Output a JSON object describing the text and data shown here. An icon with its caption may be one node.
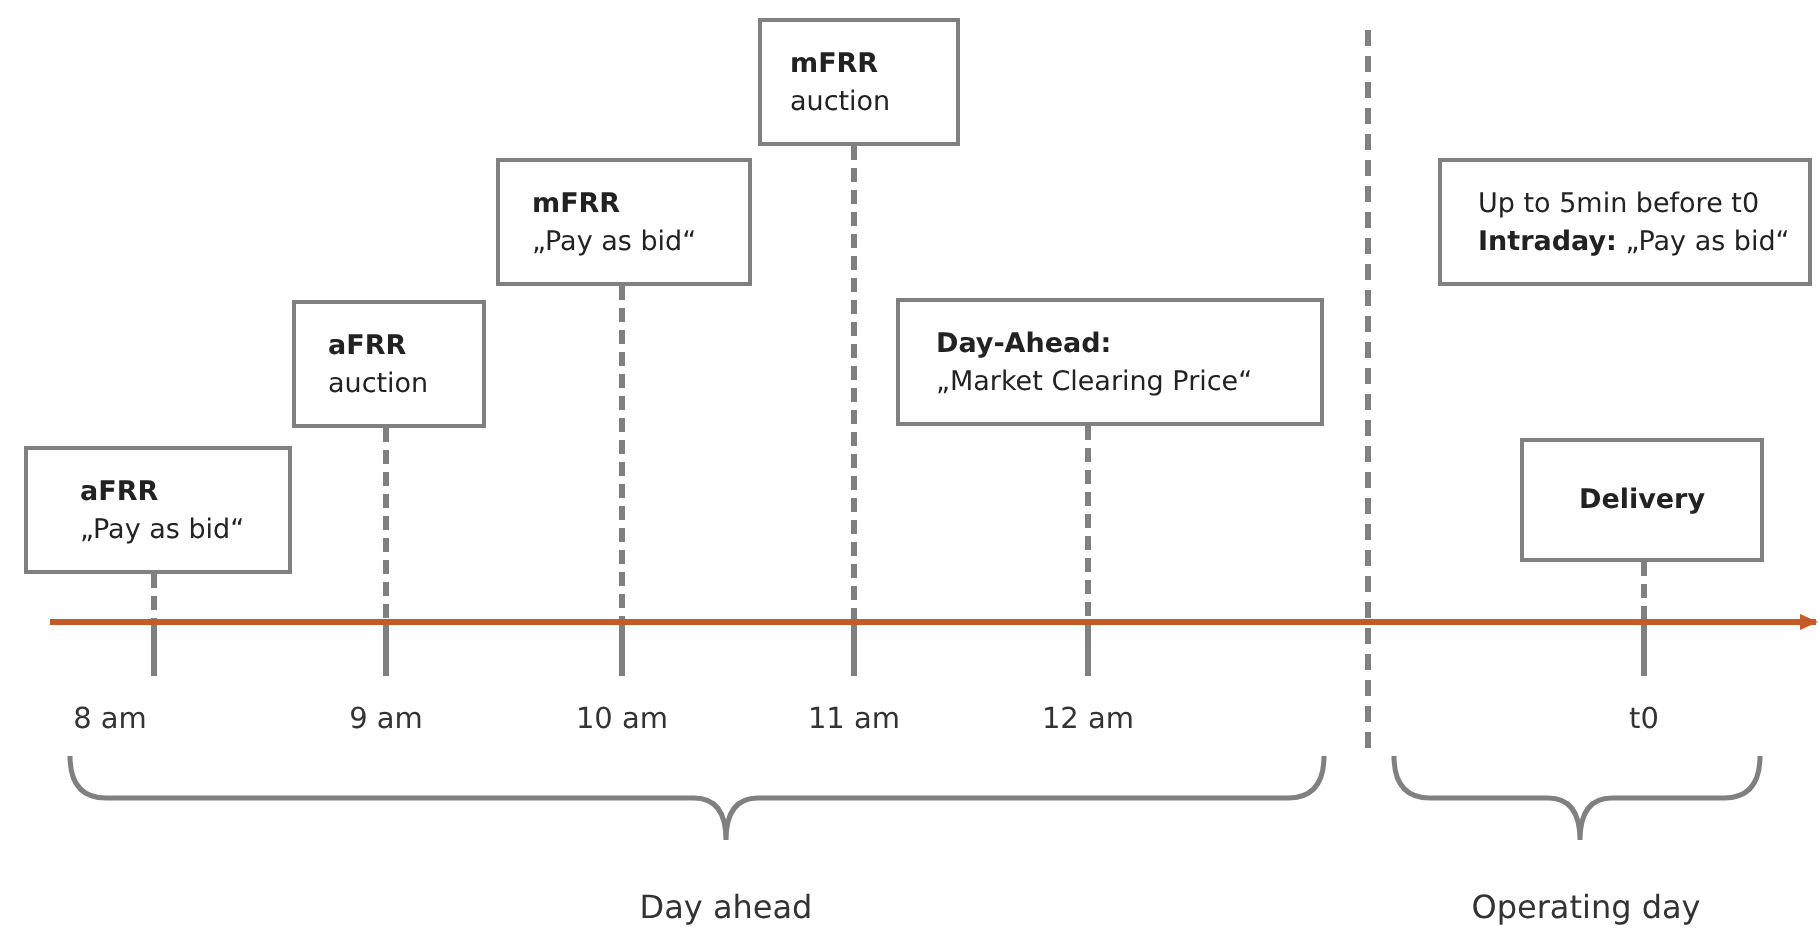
{
  "diagram": {
    "nodes": [
      {
        "text": [
          "aFRR",
          "„Pay as bid“"
        ]
      },
      {
        "text": [
          "aFRR",
          "auction"
        ]
      },
      {
        "text": [
          "mFRR",
          "„Pay as bid“"
        ]
      },
      {
        "text": [
          "mFRR",
          "auction"
        ]
      },
      {
        "text": [
          "Day-Ahead:",
          "„Market Clearing Price“"
        ]
      },
      {
        "text": [
          "Up to 5min before t0",
          "**Intraday:** „Pay as bid“"
        ]
      },
      {
        "text": [
          "Delivery"
        ]
      }
    ],
    "edges": [
      {
        "from": 0,
        "to": null,
        "arrow": "none",
        "style": "dashed"
      },
      {
        "from": 1,
        "to": null,
        "arrow": "none",
        "style": "dashed"
      },
      {
        "from": 2,
        "to": null,
        "arrow": "none",
        "style": "dashed"
      },
      {
        "from": 3,
        "to": null,
        "arrow": "none",
        "style": "dashed"
      },
      {
        "from": 4,
        "to": null,
        "arrow": "none",
        "style": "dashed"
      },
      {
        "from": 6,
        "to": null,
        "arrow": "none",
        "style": "dashed"
      }
    ],
    "labels": [
      "8 am",
      "9 am",
      "10 am",
      "11 am",
      "12 am",
      "t0",
      "Day ahead",
      "Operating day"
    ]
  }
}
